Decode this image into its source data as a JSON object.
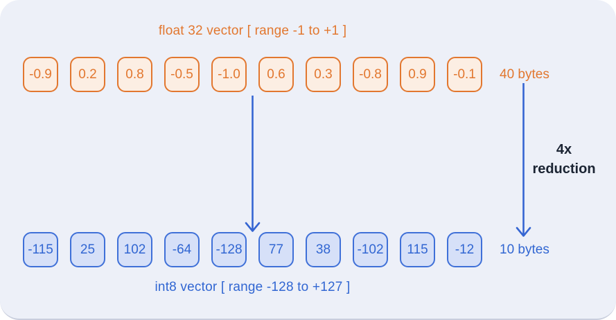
{
  "diagram": {
    "float_row": {
      "label": "float 32 vector [ range -1 to +1 ]",
      "values": [
        "-0.9",
        "0.2",
        "0.8",
        "-0.5",
        "-1.0",
        "0.6",
        "0.3",
        "-0.8",
        "0.9",
        "-0.1"
      ],
      "size_label": "40 bytes"
    },
    "int_row": {
      "label": "int8 vector [ range -128 to +127 ]",
      "values": [
        "-115",
        "25",
        "102",
        "-64",
        "-128",
        "77",
        "38",
        "-102",
        "115",
        "-12"
      ],
      "size_label": "10 bytes"
    },
    "reduction": {
      "line1": "4x",
      "line2": "reduction"
    },
    "colors": {
      "orange": "#E2772F",
      "orange_fill": "#FCEEE3",
      "blue_border": "#3F70D8",
      "blue_fill": "#D6E0F8",
      "blue_text": "#3166D2",
      "arrow": "#3565D2",
      "dark_text": "#1B2433",
      "card_bg": "#EDF0F8"
    }
  }
}
